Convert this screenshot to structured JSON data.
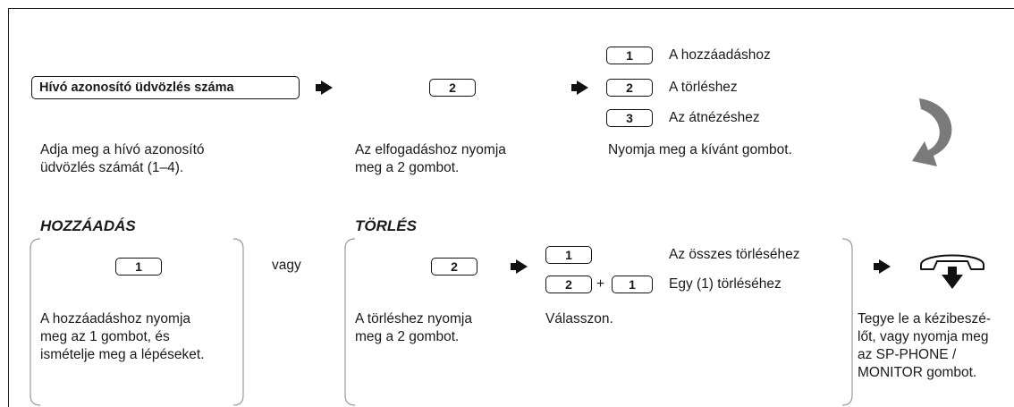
{
  "step1": {
    "label": "Hívó azonosító üdvözlés száma",
    "desc_line1": "Adja meg a hívó azonosító",
    "desc_line2": "üdvözlés számát (1–4)."
  },
  "step2": {
    "key": "2",
    "desc_line1": "Az elfogadáshoz nyomja",
    "desc_line2": "meg a 2 gombot."
  },
  "step3": {
    "options": [
      {
        "key": "1",
        "label": "A hozzáadáshoz"
      },
      {
        "key": "2",
        "label": "A törléshez"
      },
      {
        "key": "3",
        "label": "Az átnézéshez"
      }
    ],
    "desc": "Nyomja meg a kívánt gombot."
  },
  "add": {
    "heading": "HOZZÁADÁS",
    "key": "1",
    "desc_line1": "A hozzáadáshoz nyomja",
    "desc_line2": "meg az 1 gombot, és",
    "desc_line3": "ismételje meg a lépéseket."
  },
  "or_text": "vagy",
  "delete": {
    "heading": "TÖRLÉS",
    "key": "2",
    "desc_line1": "A törléshez nyomja",
    "desc_line2": "meg a 2 gombot.",
    "choice_all_key": "1",
    "choice_all_label": "Az összes törléséhez",
    "choice_one_key1": "2",
    "plus": "+",
    "choice_one_key2": "1",
    "choice_one_label": "Egy (1) törléséhez",
    "choice_desc": "Válasszon."
  },
  "hangup": {
    "desc_line1": "Tegye le a kézibeszé-",
    "desc_line2": "lőt, vagy nyomja meg",
    "desc_line3": "az SP-PHONE /",
    "desc_line4": "MONITOR gombot."
  },
  "icons": [
    "right-arrow-icon",
    "curved-return-arrow-icon",
    "handset-hangup-icon"
  ],
  "colors": {
    "line": "#111111",
    "return_arrow": "#7a7a7a"
  }
}
